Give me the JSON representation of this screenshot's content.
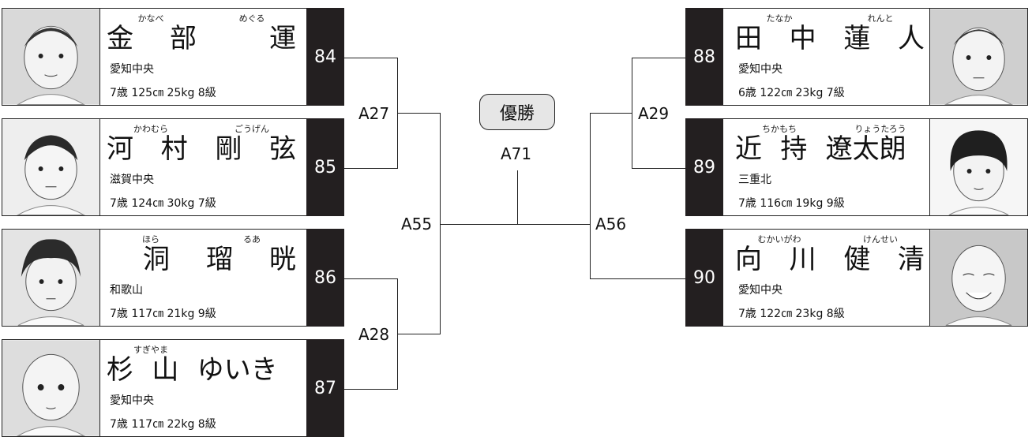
{
  "final": {
    "title": "優勝",
    "code": "A71"
  },
  "matches": {
    "a27": "A27",
    "a28": "A28",
    "a55": "A55",
    "a29": "A29",
    "a56": "A56"
  },
  "left_players": [
    {
      "number": "84",
      "ruby_family": "かなべ",
      "ruby_given": "めぐる",
      "name_chars": [
        "金",
        "部",
        "",
        "運"
      ],
      "club": "愛知中央",
      "stats": "7歳 125㎝ 25kg 8級"
    },
    {
      "number": "85",
      "ruby_family": "かわむら",
      "ruby_given": "ごうげん",
      "name_chars": [
        "河",
        "村",
        "剛",
        "弦"
      ],
      "club": "滋賀中央",
      "stats": "7歳 124㎝ 30kg 7級"
    },
    {
      "number": "86",
      "ruby_family": "ほら",
      "ruby_given": "るあ",
      "name_chars": [
        "",
        "洞",
        "瑠",
        "晄"
      ],
      "club": "和歌山",
      "stats": "7歳 117㎝ 21kg 9級"
    },
    {
      "number": "87",
      "ruby_family": "すぎやま",
      "ruby_given": "",
      "name_chars": [
        "杉",
        "山",
        "ゆいき",
        ""
      ],
      "club": "愛知中央",
      "stats": "7歳 117㎝ 22kg 8級"
    }
  ],
  "right_players": [
    {
      "number": "88",
      "ruby_family": "たなか",
      "ruby_given": "れんと",
      "name_chars": [
        "田",
        "中",
        "蓮",
        "人"
      ],
      "club": "愛知中央",
      "stats": "6歳 122㎝ 23kg 7級"
    },
    {
      "number": "89",
      "ruby_family": "ちかもち",
      "ruby_given": "りょうたろう",
      "name_chars": [
        "近",
        "持",
        "遼太朗",
        ""
      ],
      "club": "三重北",
      "stats": "7歳 116㎝ 19kg 9級"
    },
    {
      "number": "90",
      "ruby_family": "むかいがわ",
      "ruby_given": "けんせい",
      "name_chars": [
        "向",
        "川",
        "健",
        "清"
      ],
      "club": "愛知中央",
      "stats": "7歳 122㎝ 23kg 8級"
    }
  ]
}
